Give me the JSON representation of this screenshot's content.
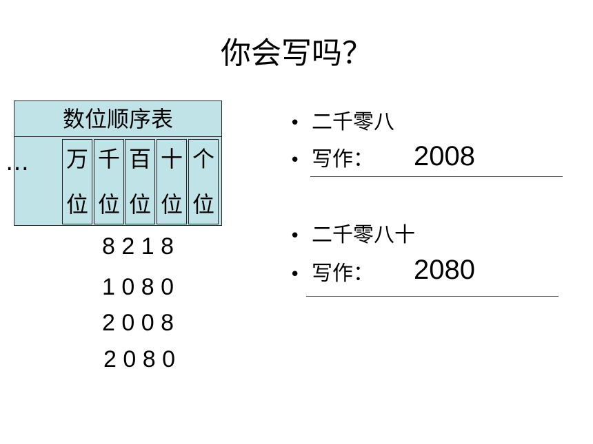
{
  "title": "你会写吗？",
  "place_table": {
    "header": "数位顺序表",
    "ellipsis": "…",
    "columns": [
      {
        "top": "万",
        "bottom": "位"
      },
      {
        "top": "千",
        "bottom": "位"
      },
      {
        "top": "百",
        "bottom": "位"
      },
      {
        "top": "十",
        "bottom": "位"
      },
      {
        "top": "个",
        "bottom": "位"
      }
    ]
  },
  "numbers": [
    "8 2 1 8",
    "1 0 8 0",
    "2 0 0 8",
    "2 0 8 0"
  ],
  "exercises": [
    {
      "bullet": "•",
      "prompt": "二千零八",
      "write_label": "写作：",
      "answer": "2008"
    },
    {
      "bullet": "•",
      "prompt": "二千零八十",
      "write_label": "写作：",
      "answer": "2080"
    }
  ]
}
